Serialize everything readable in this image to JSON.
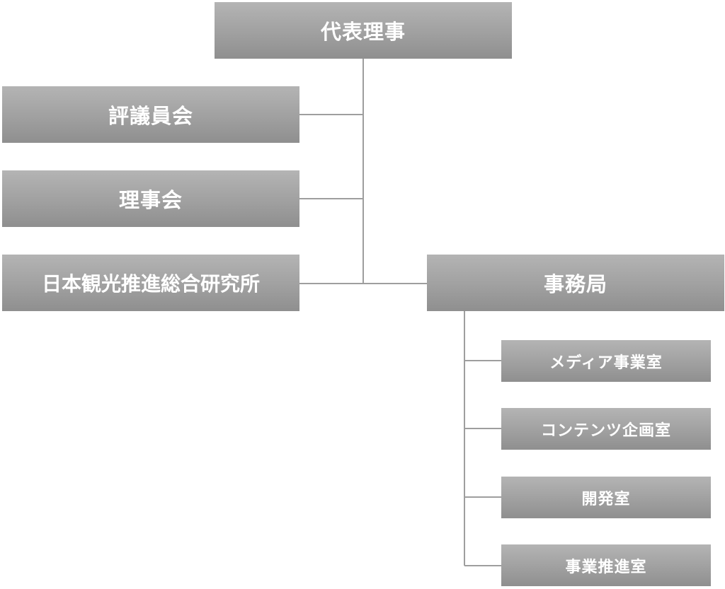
{
  "org": {
    "top": "代表理事",
    "board_of_councilors": "評議員会",
    "board_of_directors": "理事会",
    "institute": "日本観光推進総合研究所",
    "secretariat": "事務局",
    "divisions": [
      "メディア事業室",
      "コンテンツ企画室",
      "開発室",
      "事業推進室"
    ]
  },
  "colors": {
    "box_top": "#b4b4b4",
    "box_bottom": "#8f8f8f",
    "connector": "#9e9e9e",
    "text": "#ffffff"
  }
}
